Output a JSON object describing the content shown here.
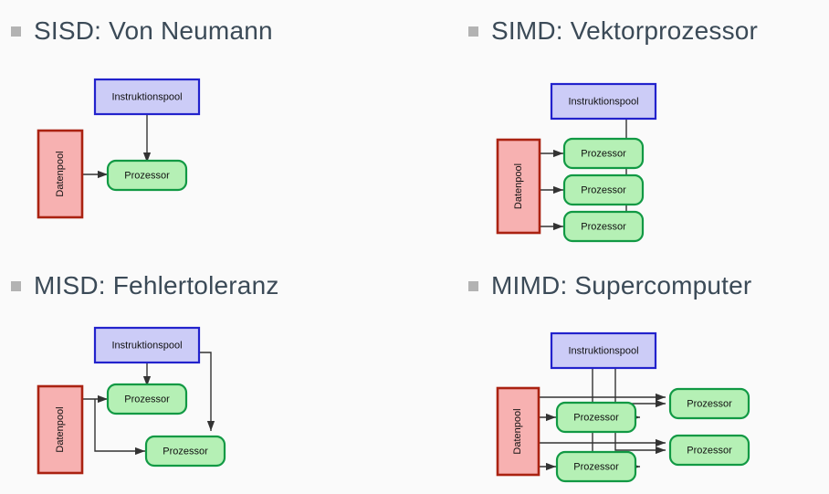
{
  "slide": {
    "background_color": "#fafafa",
    "heading_color": "#3b4a57",
    "bullet_color": "#b3b3b3"
  },
  "palette": {
    "instruction_fill": "#ccccf7",
    "instruction_stroke": "#2222cc",
    "data_fill": "#f7b1b1",
    "data_stroke": "#aa2211",
    "processor_fill": "#b5f0b5",
    "processor_stroke": "#119944",
    "edge_color": "#333333",
    "text_color": "#111111"
  },
  "labels": {
    "instruction_pool": "Instruktionspool",
    "data_pool": "Datenpool",
    "processor": "Prozessor"
  },
  "quadrants": [
    {
      "id": "sisd",
      "heading": "SISD: Von Neumann",
      "instruction_pools": 1,
      "data_pools": 1,
      "processors": 1
    },
    {
      "id": "simd",
      "heading": "SIMD: Vektorprozessor",
      "instruction_pools": 1,
      "data_pools": 1,
      "processors": 3
    },
    {
      "id": "misd",
      "heading": "MISD: Fehlertoleranz",
      "instruction_pools": 1,
      "data_pools": 1,
      "processors": 2
    },
    {
      "id": "mimd",
      "heading": "MIMD: Supercomputer",
      "instruction_pools": 1,
      "data_pools": 1,
      "processors": 4
    }
  ]
}
